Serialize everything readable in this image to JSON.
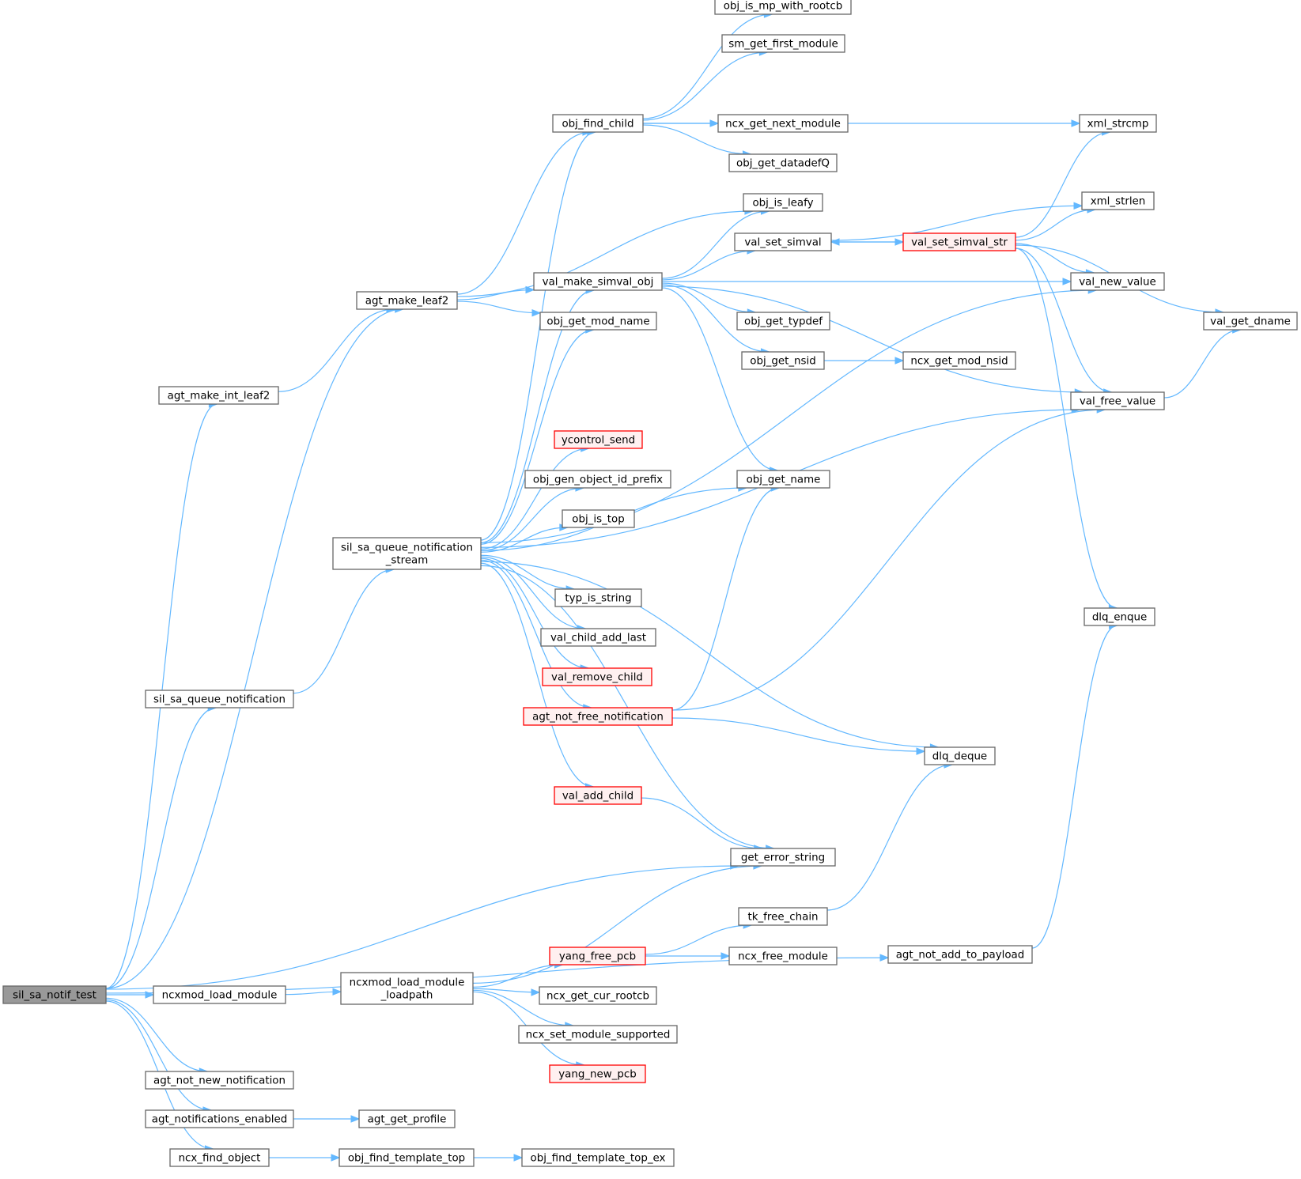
{
  "root": "sil_sa_notif_test",
  "colors": {
    "edge": "#63b8ff",
    "root_fill": "#999999",
    "node_border": "#666666",
    "red_border": "#ff0000",
    "red_fill": "#fff0f0"
  },
  "nodes": [
    {
      "id": "sil_sa_notif_test",
      "lines": [
        "sil_sa_notif_test"
      ],
      "style": "root"
    },
    {
      "id": "agt_make_int_leaf2",
      "lines": [
        "agt_make_int_leaf2"
      ]
    },
    {
      "id": "agt_make_leaf2",
      "lines": [
        "agt_make_leaf2"
      ]
    },
    {
      "id": "sil_sa_queue_notification_stream",
      "lines": [
        "sil_sa_queue_notification",
        "_stream"
      ]
    },
    {
      "id": "sil_sa_queue_notification",
      "lines": [
        "sil_sa_queue_notification"
      ]
    },
    {
      "id": "ncxmod_load_module",
      "lines": [
        "ncxmod_load_module"
      ]
    },
    {
      "id": "ncxmod_load_module_loadpath",
      "lines": [
        "ncxmod_load_module",
        "_loadpath"
      ]
    },
    {
      "id": "agt_not_new_notification",
      "lines": [
        "agt_not_new_notification"
      ]
    },
    {
      "id": "agt_notifications_enabled",
      "lines": [
        "agt_notifications_enabled"
      ]
    },
    {
      "id": "agt_get_profile",
      "lines": [
        "agt_get_profile"
      ]
    },
    {
      "id": "ncx_find_object",
      "lines": [
        "ncx_find_object"
      ]
    },
    {
      "id": "obj_find_template_top",
      "lines": [
        "obj_find_template_top"
      ]
    },
    {
      "id": "obj_find_template_top_ex",
      "lines": [
        "obj_find_template_top_ex"
      ]
    },
    {
      "id": "obj_find_child",
      "lines": [
        "obj_find_child"
      ]
    },
    {
      "id": "val_make_simval_obj",
      "lines": [
        "val_make_simval_obj"
      ]
    },
    {
      "id": "obj_get_mod_name",
      "lines": [
        "obj_get_mod_name"
      ]
    },
    {
      "id": "ycontrol_send",
      "lines": [
        "ycontrol_send"
      ],
      "style": "red"
    },
    {
      "id": "obj_gen_object_id_prefix",
      "lines": [
        "obj_gen_object_id_prefix"
      ]
    },
    {
      "id": "obj_is_top",
      "lines": [
        "obj_is_top"
      ]
    },
    {
      "id": "typ_is_string",
      "lines": [
        "typ_is_string"
      ]
    },
    {
      "id": "val_child_add_last",
      "lines": [
        "val_child_add_last"
      ]
    },
    {
      "id": "val_remove_child",
      "lines": [
        "val_remove_child"
      ],
      "style": "red"
    },
    {
      "id": "agt_not_free_notification",
      "lines": [
        "agt_not_free_notification"
      ],
      "style": "red"
    },
    {
      "id": "val_add_child",
      "lines": [
        "val_add_child"
      ],
      "style": "red"
    },
    {
      "id": "yang_free_pcb",
      "lines": [
        "yang_free_pcb"
      ],
      "style": "red"
    },
    {
      "id": "ncx_get_cur_rootcb",
      "lines": [
        "ncx_get_cur_rootcb"
      ]
    },
    {
      "id": "ncx_set_module_supported",
      "lines": [
        "ncx_set_module_supported"
      ]
    },
    {
      "id": "yang_new_pcb",
      "lines": [
        "yang_new_pcb"
      ],
      "style": "red"
    },
    {
      "id": "obj_is_mp_with_rootcb",
      "lines": [
        "obj_is_mp_with_rootcb"
      ]
    },
    {
      "id": "sm_get_first_module",
      "lines": [
        "sm_get_first_module"
      ]
    },
    {
      "id": "ncx_get_next_module",
      "lines": [
        "ncx_get_next_module"
      ]
    },
    {
      "id": "obj_get_datadefQ",
      "lines": [
        "obj_get_datadefQ"
      ]
    },
    {
      "id": "obj_is_leafy",
      "lines": [
        "obj_is_leafy"
      ]
    },
    {
      "id": "val_set_simval",
      "lines": [
        "val_set_simval"
      ]
    },
    {
      "id": "obj_get_typdef",
      "lines": [
        "obj_get_typdef"
      ]
    },
    {
      "id": "obj_get_nsid",
      "lines": [
        "obj_get_nsid"
      ]
    },
    {
      "id": "obj_get_name",
      "lines": [
        "obj_get_name"
      ]
    },
    {
      "id": "get_error_string",
      "lines": [
        "get_error_string"
      ]
    },
    {
      "id": "tk_free_chain",
      "lines": [
        "tk_free_chain"
      ]
    },
    {
      "id": "ncx_free_module",
      "lines": [
        "ncx_free_module"
      ]
    },
    {
      "id": "val_set_simval_str",
      "lines": [
        "val_set_simval_str"
      ],
      "style": "red"
    },
    {
      "id": "ncx_get_mod_nsid",
      "lines": [
        "ncx_get_mod_nsid"
      ]
    },
    {
      "id": "dlq_deque",
      "lines": [
        "dlq_deque"
      ]
    },
    {
      "id": "agt_not_add_to_payload",
      "lines": [
        "agt_not_add_to_payload"
      ]
    },
    {
      "id": "xml_strcmp",
      "lines": [
        "xml_strcmp"
      ]
    },
    {
      "id": "xml_strlen",
      "lines": [
        "xml_strlen"
      ]
    },
    {
      "id": "val_new_value",
      "lines": [
        "val_new_value"
      ]
    },
    {
      "id": "val_free_value",
      "lines": [
        "val_free_value"
      ]
    },
    {
      "id": "dlq_enque",
      "lines": [
        "dlq_enque"
      ]
    },
    {
      "id": "val_get_dname",
      "lines": [
        "val_get_dname"
      ]
    }
  ],
  "edges": [
    [
      "sil_sa_notif_test",
      "agt_make_int_leaf2"
    ],
    [
      "sil_sa_notif_test",
      "agt_make_leaf2"
    ],
    [
      "sil_sa_notif_test",
      "sil_sa_queue_notification"
    ],
    [
      "sil_sa_notif_test",
      "get_error_string"
    ],
    [
      "sil_sa_notif_test",
      "ncxmod_load_module"
    ],
    [
      "sil_sa_notif_test",
      "agt_not_add_to_payload"
    ],
    [
      "sil_sa_notif_test",
      "agt_not_new_notification"
    ],
    [
      "sil_sa_notif_test",
      "agt_notifications_enabled"
    ],
    [
      "sil_sa_notif_test",
      "ncx_find_object"
    ],
    [
      "agt_make_int_leaf2",
      "agt_make_leaf2"
    ],
    [
      "agt_make_leaf2",
      "obj_find_child"
    ],
    [
      "agt_make_leaf2",
      "obj_is_leafy"
    ],
    [
      "agt_make_leaf2",
      "val_make_simval_obj"
    ],
    [
      "agt_make_leaf2",
      "obj_get_mod_name"
    ],
    [
      "sil_sa_queue_notification",
      "sil_sa_queue_notification_stream"
    ],
    [
      "sil_sa_queue_notification_stream",
      "obj_find_child"
    ],
    [
      "sil_sa_queue_notification_stream",
      "val_make_simval_obj"
    ],
    [
      "sil_sa_queue_notification_stream",
      "obj_get_mod_name"
    ],
    [
      "sil_sa_queue_notification_stream",
      "val_new_value"
    ],
    [
      "sil_sa_queue_notification_stream",
      "obj_get_name"
    ],
    [
      "sil_sa_queue_notification_stream",
      "ycontrol_send"
    ],
    [
      "sil_sa_queue_notification_stream",
      "obj_gen_object_id_prefix"
    ],
    [
      "sil_sa_queue_notification_stream",
      "obj_is_top"
    ],
    [
      "sil_sa_queue_notification_stream",
      "val_free_value"
    ],
    [
      "sil_sa_queue_notification_stream",
      "typ_is_string"
    ],
    [
      "sil_sa_queue_notification_stream",
      "val_child_add_last"
    ],
    [
      "sil_sa_queue_notification_stream",
      "val_remove_child"
    ],
    [
      "sil_sa_queue_notification_stream",
      "agt_not_free_notification"
    ],
    [
      "sil_sa_queue_notification_stream",
      "dlq_deque"
    ],
    [
      "sil_sa_queue_notification_stream",
      "val_add_child"
    ],
    [
      "sil_sa_queue_notification_stream",
      "get_error_string"
    ],
    [
      "ncxmod_load_module",
      "ncxmod_load_module_loadpath"
    ],
    [
      "ncxmod_load_module_loadpath",
      "get_error_string"
    ],
    [
      "ncxmod_load_module_loadpath",
      "yang_free_pcb"
    ],
    [
      "ncxmod_load_module_loadpath",
      "ncx_get_cur_rootcb"
    ],
    [
      "ncxmod_load_module_loadpath",
      "ncx_set_module_supported"
    ],
    [
      "ncxmod_load_module_loadpath",
      "yang_new_pcb"
    ],
    [
      "agt_notifications_enabled",
      "agt_get_profile"
    ],
    [
      "ncx_find_object",
      "obj_find_template_top"
    ],
    [
      "obj_find_template_top",
      "obj_find_template_top_ex"
    ],
    [
      "obj_find_child",
      "obj_is_mp_with_rootcb"
    ],
    [
      "obj_find_child",
      "sm_get_first_module"
    ],
    [
      "obj_find_child",
      "ncx_get_next_module"
    ],
    [
      "obj_find_child",
      "obj_get_datadefQ"
    ],
    [
      "obj_find_child",
      "xml_strcmp"
    ],
    [
      "val_make_simval_obj",
      "obj_is_leafy"
    ],
    [
      "val_make_simval_obj",
      "val_set_simval"
    ],
    [
      "val_make_simval_obj",
      "val_new_value"
    ],
    [
      "val_make_simval_obj",
      "obj_get_typdef"
    ],
    [
      "val_make_simval_obj",
      "obj_get_nsid"
    ],
    [
      "val_make_simval_obj",
      "obj_get_name"
    ],
    [
      "val_make_simval_obj",
      "val_free_value"
    ],
    [
      "val_set_simval",
      "xml_strlen"
    ],
    [
      "val_set_simval",
      "val_set_simval_str"
    ],
    [
      "val_set_simval_str",
      "val_set_simval"
    ],
    [
      "val_set_simval_str",
      "xml_strcmp"
    ],
    [
      "val_set_simval_str",
      "xml_strlen"
    ],
    [
      "val_set_simval_str",
      "val_new_value"
    ],
    [
      "val_set_simval_str",
      "val_get_dname"
    ],
    [
      "val_set_simval_str",
      "val_free_value"
    ],
    [
      "val_set_simval_str",
      "dlq_enque"
    ],
    [
      "obj_get_nsid",
      "ncx_get_mod_nsid"
    ],
    [
      "agt_not_free_notification",
      "obj_get_name"
    ],
    [
      "agt_not_free_notification",
      "val_free_value"
    ],
    [
      "agt_not_free_notification",
      "dlq_deque"
    ],
    [
      "val_add_child",
      "get_error_string"
    ],
    [
      "yang_free_pcb",
      "tk_free_chain"
    ],
    [
      "yang_free_pcb",
      "ncx_free_module"
    ],
    [
      "tk_free_chain",
      "dlq_deque"
    ],
    [
      "agt_not_add_to_payload",
      "dlq_enque"
    ],
    [
      "val_free_value",
      "val_get_dname"
    ]
  ]
}
